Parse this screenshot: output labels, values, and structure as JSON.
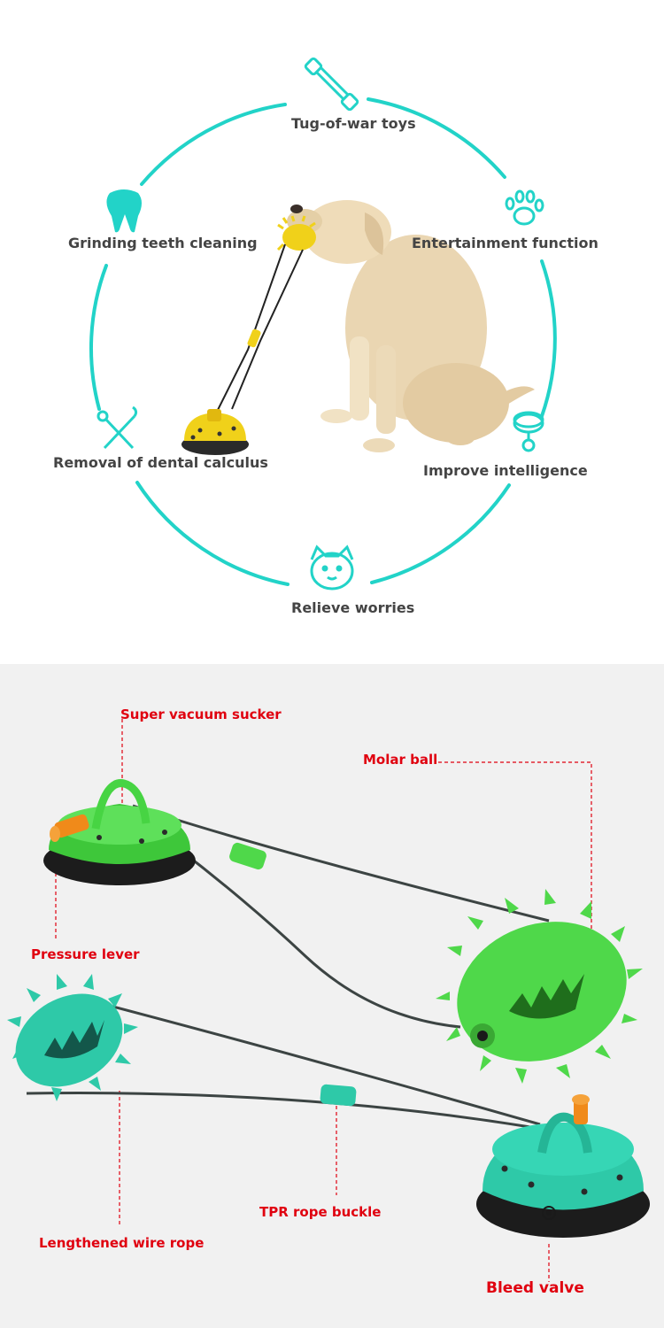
{
  "colors": {
    "accent": "#22d3c8",
    "callout": "#e0000f",
    "green_toy": "#4fd84a",
    "teal_toy": "#2ec9a8",
    "panel_bg": "#f1f1f1"
  },
  "features": {
    "tug_of_war": "Tug-of-war toys",
    "grinding": "Grinding teeth cleaning",
    "entertainment": "Entertainment function",
    "calculus": "Removal of dental calculus",
    "intelligence": "Improve intelligence",
    "worries": "Relieve worries"
  },
  "icons": [
    "rope-toy-icon",
    "tooth-icon",
    "paw-print-icon",
    "dental-tools-icon",
    "pet-collar-icon",
    "shiba-dog-icon"
  ],
  "parts": {
    "sucker": "Super vacuum sucker",
    "molar": "Molar ball",
    "lever": "Pressure lever",
    "buckle": "TPR rope buckle",
    "rope": "Lengthened wire rope",
    "valve": "Bleed valve"
  }
}
